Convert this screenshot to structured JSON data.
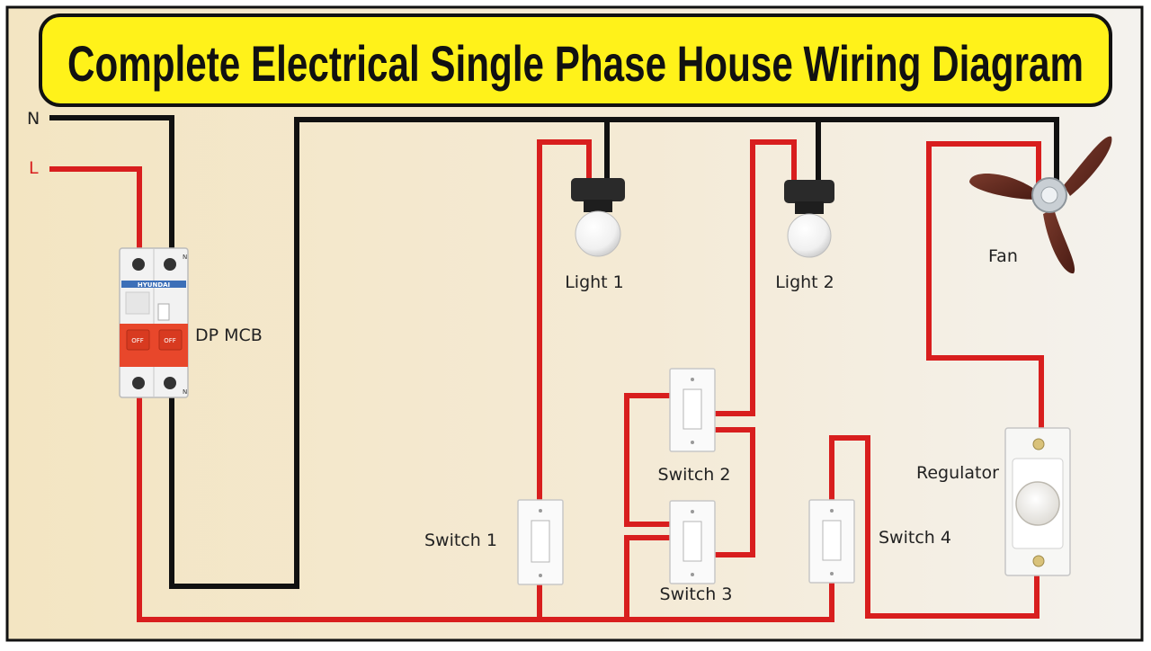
{
  "title": "Complete Electrical Single Phase  House Wiring Diagram",
  "terminals": {
    "neutral": "N",
    "live": "L"
  },
  "mcb": {
    "label": "DP MCB",
    "brand": "HYUNDAI",
    "off_left": "OFF",
    "off_right": "OFF",
    "n_top": "N",
    "n_bottom": "N"
  },
  "labels": {
    "light1": "Light 1",
    "light2": "Light 2",
    "fan": "Fan",
    "switch1": "Switch 1",
    "switch2": "Switch 2",
    "switch3": "Switch 3",
    "switch4": "Switch 4",
    "regulator": "Regulator"
  },
  "colors": {
    "title_bg": "#FFF21A",
    "live_wire": "#D81E1E",
    "neutral_wire": "#111111",
    "board_bg": "#F3E7C8",
    "mcb_handle": "#E8472B"
  }
}
